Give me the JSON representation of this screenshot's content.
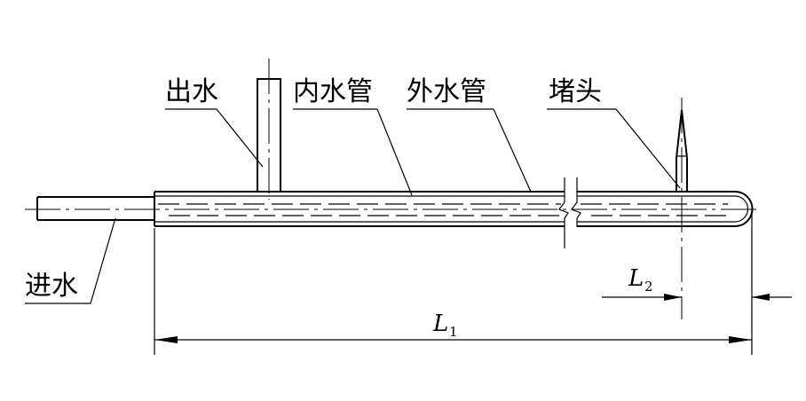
{
  "labels": {
    "outlet": "出水",
    "inner_pipe": "内水管",
    "outer_pipe": "外水管",
    "plug": "堵头",
    "inlet": "进水"
  },
  "dimensions": {
    "l1_letter": "L",
    "l1_sub": "1",
    "l2_letter": "L",
    "l2_sub": "2"
  }
}
